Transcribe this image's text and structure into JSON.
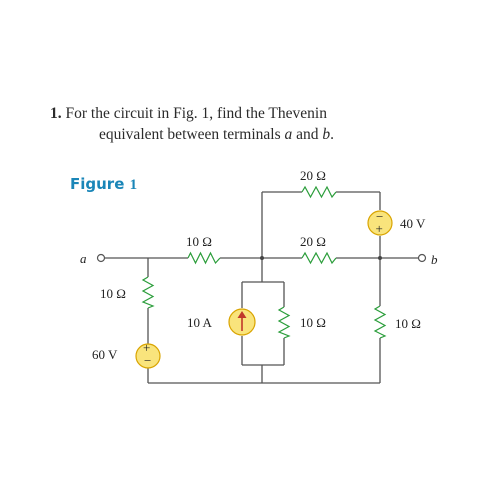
{
  "problem": {
    "number": "1.",
    "line1": "For the circuit in Fig. 1, find the Thevenin",
    "line2_pre": "equivalent between terminals ",
    "term_a": "a",
    "line2_mid": " and ",
    "term_b": "b",
    "line2_post": "."
  },
  "figure": {
    "word": "Figure",
    "number": "1"
  },
  "circuit": {
    "terminal_a": "a",
    "terminal_b": "b",
    "components": {
      "r_left_series": "10 Ω",
      "r_left_vertical": "10 Ω",
      "v_left": "60 V",
      "r_top": "20 Ω",
      "v_top": "40 V",
      "r_mid_series": "20 Ω",
      "i_source": "10 A",
      "r_center_vertical": "10 Ω",
      "r_right_vertical": "10 Ω"
    },
    "source_signs": {
      "plus": "+",
      "minus": "−"
    },
    "colors": {
      "resistor": "#2a9d3a",
      "source_fill": "#f9e47c",
      "source_stroke": "#d9a400",
      "figure_label": "#1a86b8"
    }
  }
}
